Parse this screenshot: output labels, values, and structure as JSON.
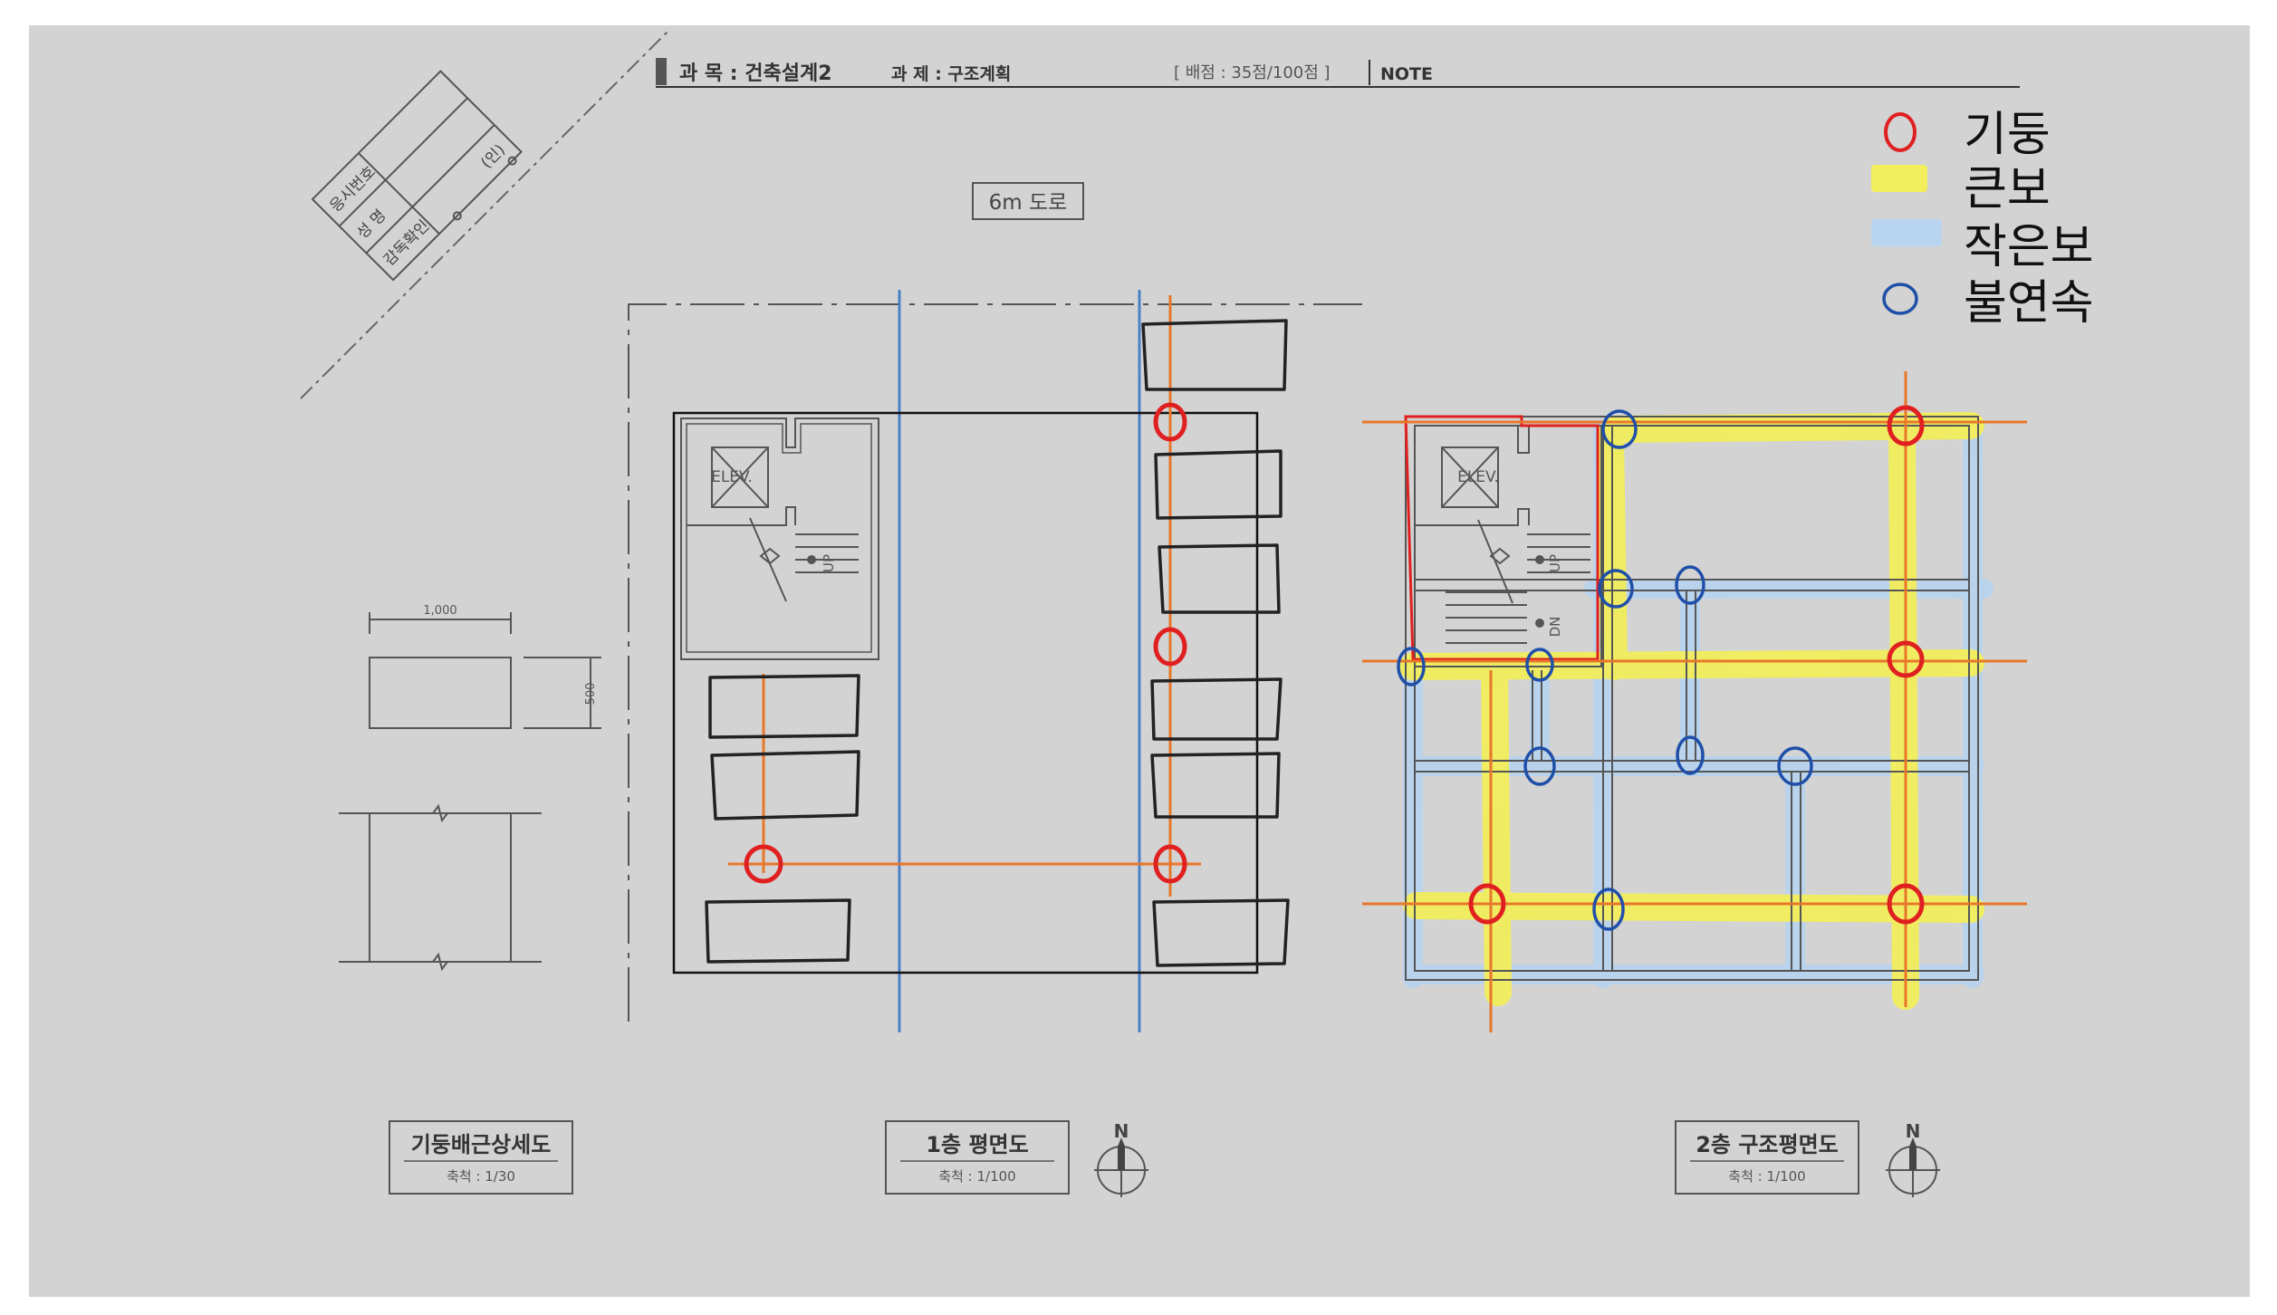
{
  "header": {
    "subject": "과 목 : 건축설계2",
    "task": "과 제 : 구조계획",
    "score": "[ 배점 : 35점/100점 ]",
    "note": "NOTE"
  },
  "stamp": {
    "exam_number_label": "응시번호",
    "name_label": "성      명",
    "supervisor_label": "감독확인",
    "seal": "(인)"
  },
  "road_label": "6m 도로",
  "legend": [
    {
      "label": "기둥",
      "color": "#e02020"
    },
    {
      "label": "큰보",
      "color": "#f2ee5c"
    },
    {
      "label": "작은보",
      "color": "#b9d4ee"
    },
    {
      "label": "불연속",
      "color": "#1f4fa8"
    }
  ],
  "plans": {
    "elev_label": "ELEV.",
    "up_label": "UP",
    "dn_label": "DN"
  },
  "detail": {
    "dim_width": "1,000",
    "dim_height": "500"
  },
  "titles": [
    {
      "title": "기둥배근상세도",
      "scale": "축척 : 1/30"
    },
    {
      "title": "1층 평면도",
      "scale": "축척 : 1/100"
    },
    {
      "title": "2층 구조평면도",
      "scale": "축척 : 1/100"
    }
  ],
  "north_label": "N",
  "colors": {
    "background": "#d3d3d3",
    "column_mark": "#e02020",
    "girder": "#f2ee5c",
    "beam": "#b9d4ee",
    "discontinuity_mark": "#1f4fa8",
    "grid_orange": "#e8772a",
    "grid_blue": "#4a80c8"
  }
}
